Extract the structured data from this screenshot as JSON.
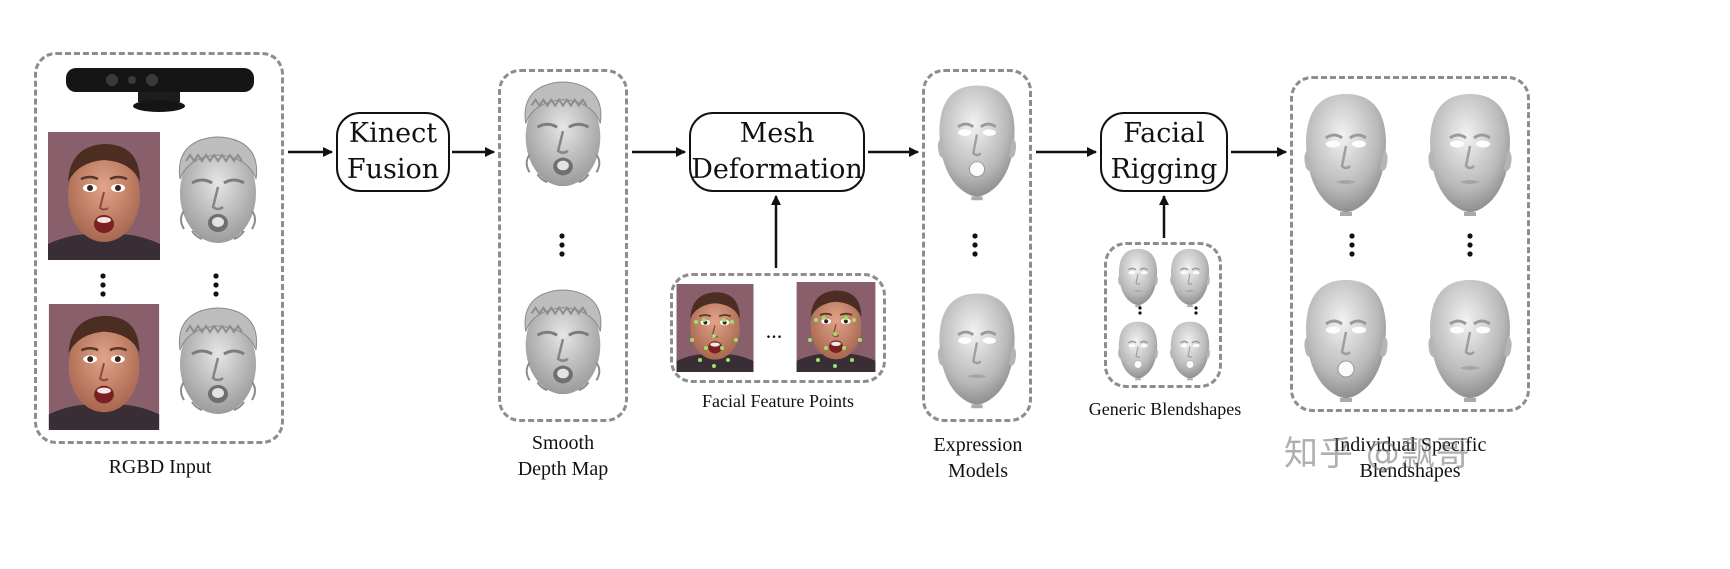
{
  "boxes": {
    "kinect_fusion": "Kinect\nFusion",
    "mesh_deformation": "Mesh\nDeformation",
    "facial_rigging": "Facial\nRigging"
  },
  "captions": {
    "rgbd_input": "RGBD Input",
    "smooth_depth_map": "Smooth\nDepth Map",
    "facial_feature_points": "Facial Feature Points",
    "expression_models": "Expression\nModels",
    "generic_blendshapes": "Generic Blendshapes",
    "individual_blendshapes": "Individual Specific\nBlendshapes"
  },
  "ellipsis": "...",
  "watermark": "知乎 @飘哥",
  "colors": {
    "dash": "#8d8d8d",
    "skin": "#c98a6e",
    "photo_bg": "#8a5f6c",
    "mesh": "#c9c9c9"
  },
  "icons": [
    "kinect-sensor-icon",
    "face-photo",
    "depth-scan-face",
    "smooth-face-mesh",
    "arrow-icon"
  ]
}
